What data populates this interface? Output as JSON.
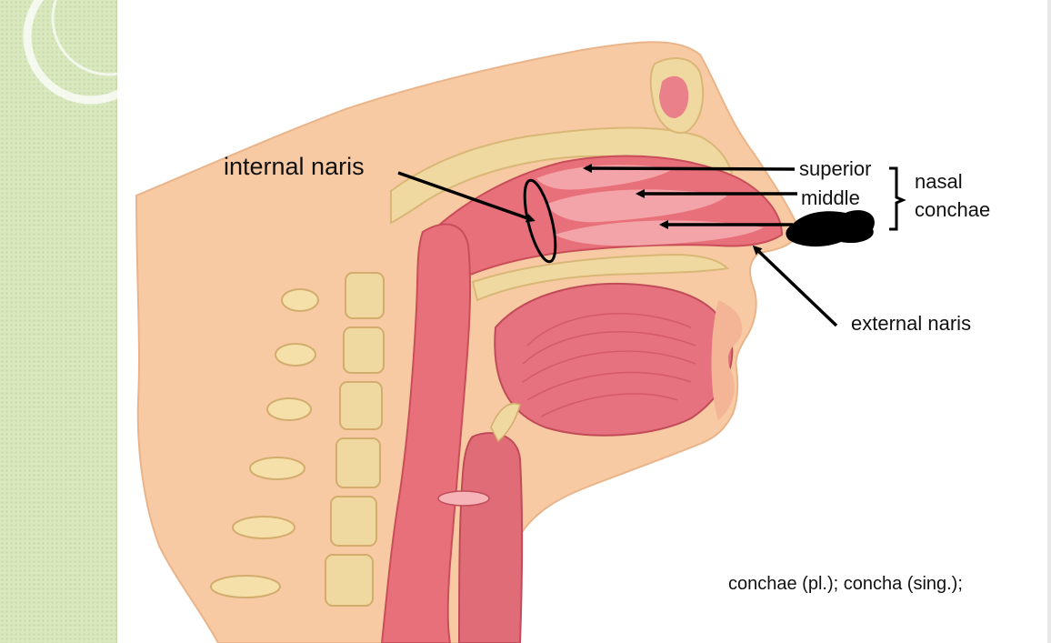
{
  "labels": {
    "internal_naris": "internal naris",
    "superior": "superior",
    "middle": "middle",
    "nasal": "nasal",
    "conchae": "conchae",
    "external_naris": "external naris"
  },
  "footnote": "conchae (pl.); concha (sing.);",
  "colors": {
    "strip_background": "#d9e8bf",
    "skin": "#f7c9a3",
    "mucosa": "#e8707a",
    "bone": "#f0d9a0",
    "arrow": "#000000"
  },
  "redaction": "black-blob covering inferior concha label"
}
